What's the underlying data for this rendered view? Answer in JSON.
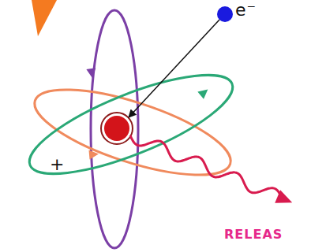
{
  "diagram": {
    "labels": [
      "e⁻",
      "+",
      "RELEAS"
    ]
  }
}
